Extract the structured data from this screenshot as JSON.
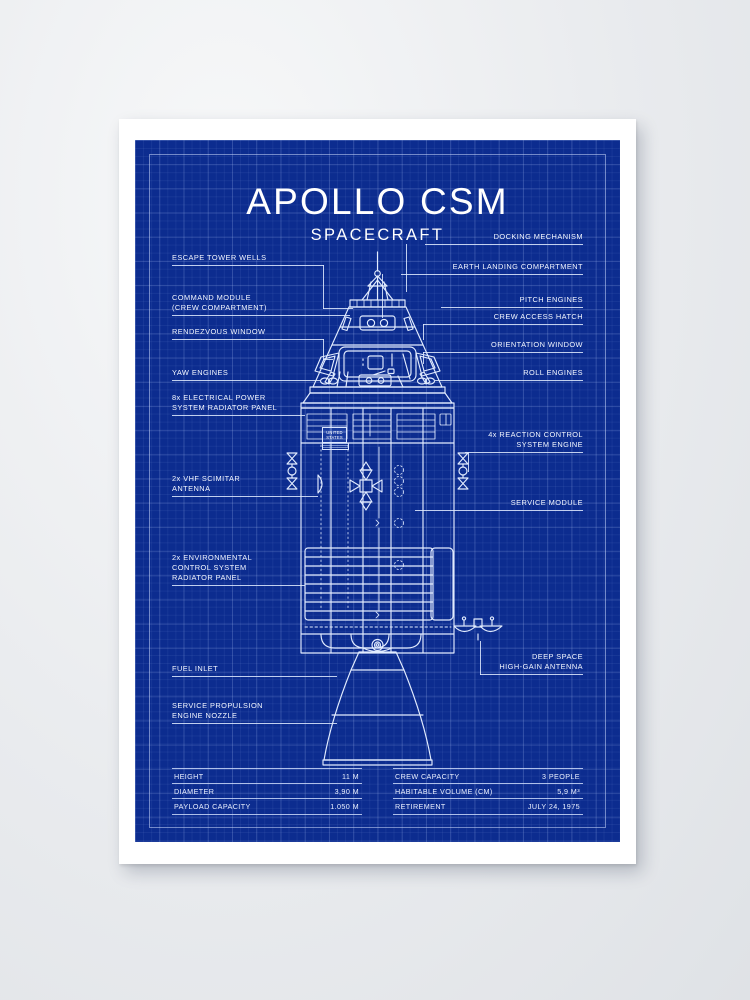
{
  "poster": {
    "title": "APOLLO CSM",
    "subtitle": "SPACECRAFT"
  },
  "callouts_left": [
    {
      "id": "escape-tower-wells",
      "lines": [
        "ESCAPE TOWER WELLS"
      ]
    },
    {
      "id": "command-module",
      "lines": [
        "COMMAND MODULE",
        "(CREW COMPARTMENT)"
      ]
    },
    {
      "id": "rendezvous-window",
      "lines": [
        "RENDEZVOUS WINDOW"
      ]
    },
    {
      "id": "yaw-engines",
      "lines": [
        "YAW ENGINES"
      ]
    },
    {
      "id": "electrical-power-radiator",
      "lines": [
        "8x ELECTRICAL POWER",
        "SYSTEM RADIATOR PANEL"
      ]
    },
    {
      "id": "vhf-scimitar-antenna",
      "lines": [
        "2x VHF SCIMITAR",
        "ANTENNA"
      ]
    },
    {
      "id": "environmental-control-radiator",
      "lines": [
        "2x ENVIRONMENTAL",
        "CONTROL SYSTEM",
        "RADIATOR PANEL"
      ]
    },
    {
      "id": "fuel-inlet",
      "lines": [
        "FUEL INLET"
      ]
    },
    {
      "id": "service-propulsion-nozzle",
      "lines": [
        "SERVICE PROPULSION",
        "ENGINE NOZZLE"
      ]
    }
  ],
  "callouts_right": [
    {
      "id": "docking-mechanism",
      "lines": [
        "DOCKING MECHANISM"
      ]
    },
    {
      "id": "earth-landing-compartment",
      "lines": [
        "EARTH LANDING COMPARTMENT"
      ]
    },
    {
      "id": "pitch-engines",
      "lines": [
        "PITCH ENGINES"
      ]
    },
    {
      "id": "crew-access-hatch",
      "lines": [
        "CREW ACCESS HATCH"
      ]
    },
    {
      "id": "orientation-window",
      "lines": [
        "ORIENTATION WINDOW"
      ]
    },
    {
      "id": "roll-engines",
      "lines": [
        "ROLL ENGINES"
      ]
    },
    {
      "id": "reaction-control-engine",
      "lines": [
        "4x REACTION CONTROL",
        "SYSTEM ENGINE"
      ]
    },
    {
      "id": "service-module",
      "lines": [
        "SERVICE MODULE"
      ]
    },
    {
      "id": "deep-space-antenna",
      "lines": [
        "DEEP SPACE",
        "HIGH-GAIN ANTENNA"
      ]
    }
  ],
  "specs_left": [
    {
      "key": "HEIGHT",
      "value": "11 M"
    },
    {
      "key": "DIAMETER",
      "value": "3,90 M"
    },
    {
      "key": "PAYLOAD CAPACITY",
      "value": "1.050 M"
    }
  ],
  "specs_right": [
    {
      "key": "CREW CAPACITY",
      "value": "3 PEOPLE"
    },
    {
      "key": "HABITABLE VOLUME (CM)",
      "value": "5,9 M³"
    },
    {
      "key": "RETIREMENT",
      "value": "JULY 24, 1975"
    }
  ],
  "decal": {
    "line1": "UNITED",
    "line2": "STATES"
  },
  "colors": {
    "blueprint_bg": "#0c2c8f",
    "ink": "#e2ecff",
    "paper": "#ffffff",
    "wall": "#e9ebee"
  }
}
